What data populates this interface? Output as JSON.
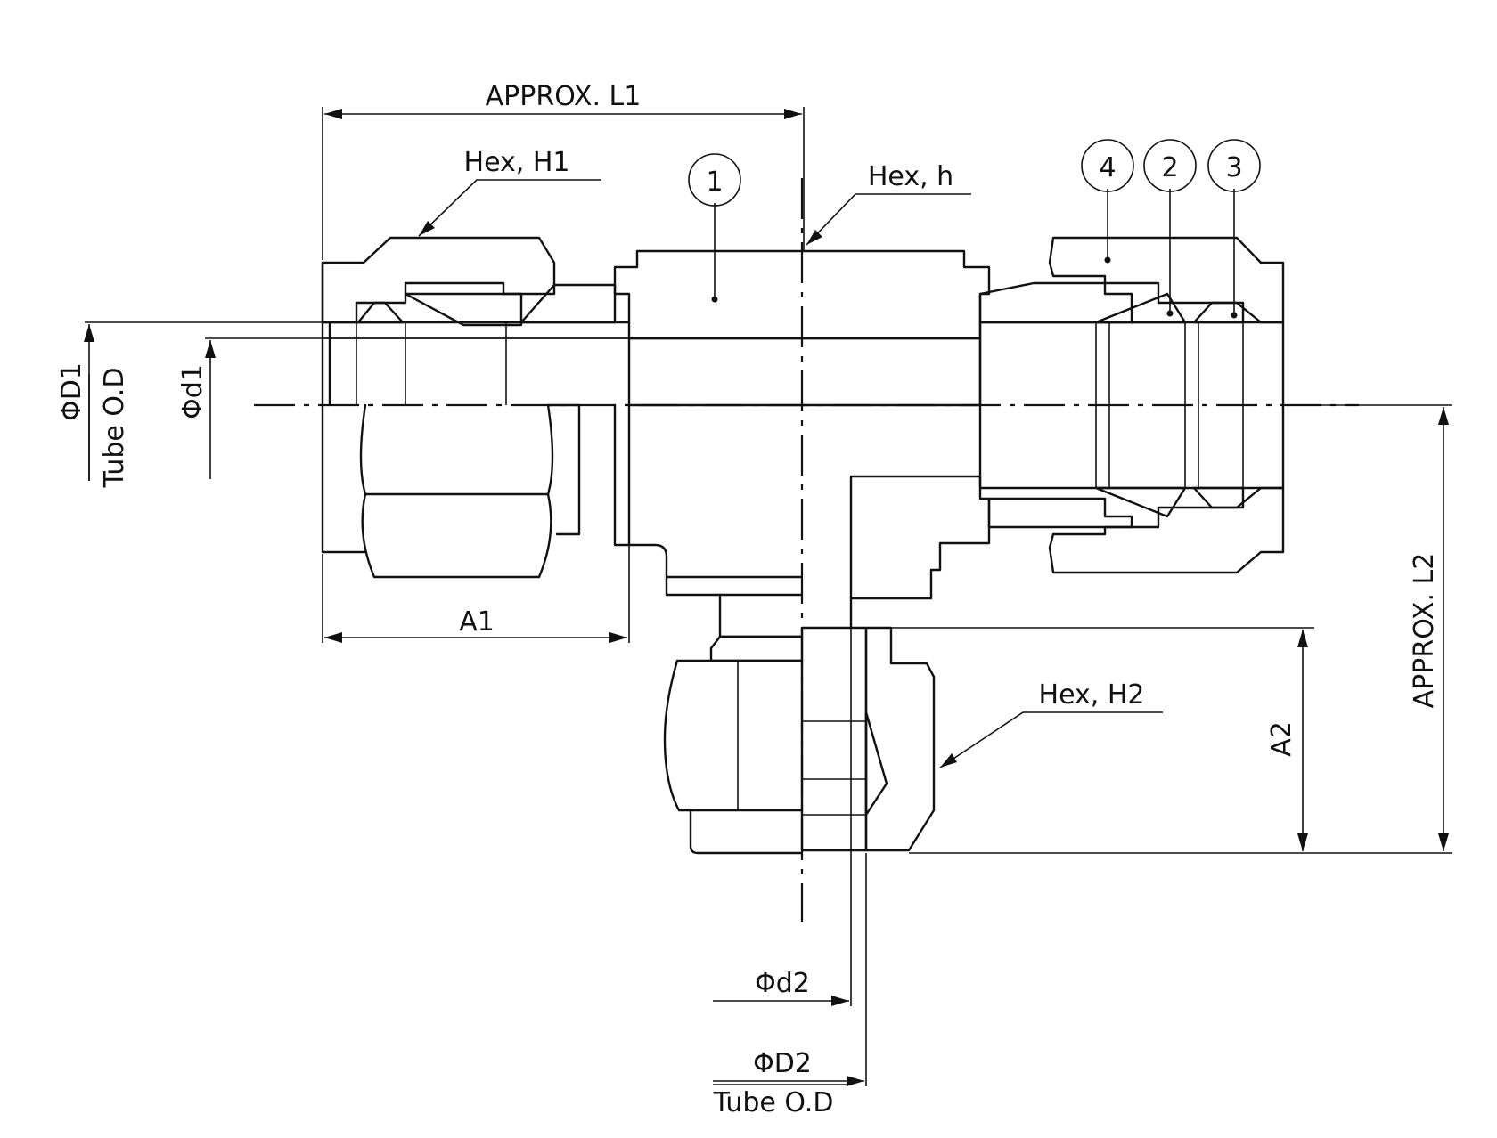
{
  "labels": {
    "approx_l1": "APPROX. L1",
    "approx_l2": "APPROX. L2",
    "hex_h1": "Hex, H1",
    "hex_h": "Hex, h",
    "hex_h2": "Hex, H2",
    "a1": "A1",
    "a2": "A2",
    "phi_d1_upper": "ΦD1",
    "tube_od_left": "Tube O.D",
    "phi_d1_lower": "Φd1",
    "phi_d2_lower": "Φd2",
    "phi_d2_upper": "ΦD2",
    "tube_od_bottom": "Tube O.D"
  },
  "balloons": [
    {
      "id": "balloon-1",
      "text": "1"
    },
    {
      "id": "balloon-4",
      "text": "4"
    },
    {
      "id": "balloon-2",
      "text": "2"
    },
    {
      "id": "balloon-3",
      "text": "3"
    }
  ],
  "colors": {
    "line": "#111111",
    "background": "#ffffff"
  }
}
